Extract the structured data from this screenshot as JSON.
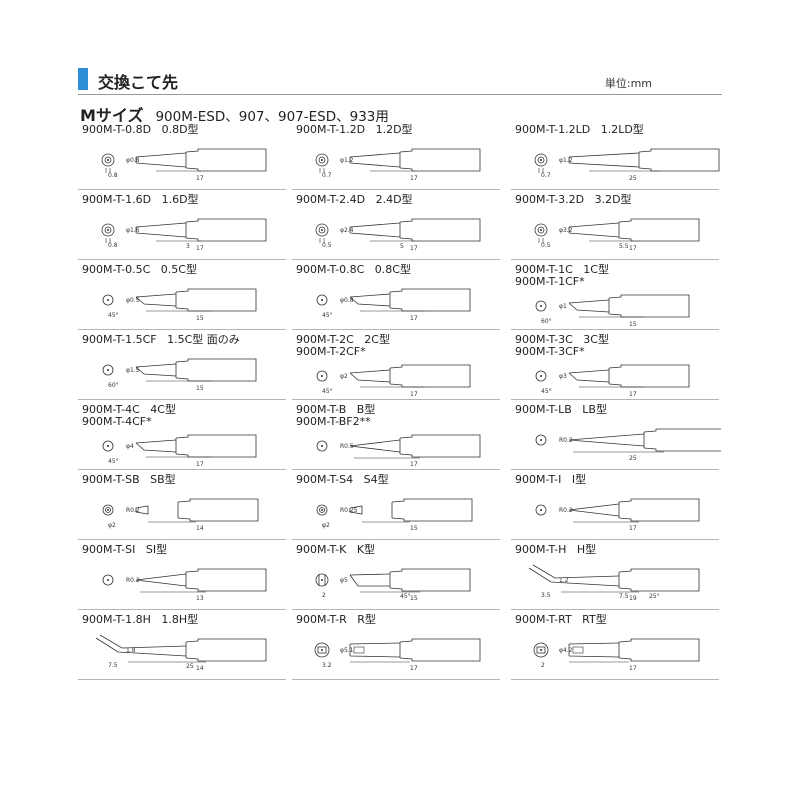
{
  "header": {
    "title": "交換こて先",
    "unit": "単位:mm"
  },
  "subtitle": {
    "series": "Mサイズ",
    "models": "900M-ESD、907、907-ESD、933用"
  },
  "colors": {
    "accent_bar": "#2f8fd6",
    "line": "#333333"
  },
  "tips": [
    {
      "lines": [
        "900M-T-0.8D   0.8D型"
      ],
      "shape": "d",
      "dims": [
        "φ0.8",
        "0.8",
        "17"
      ]
    },
    {
      "lines": [
        "900M-T-1.2D   1.2D型"
      ],
      "shape": "d",
      "dims": [
        "φ1.2",
        "0.7",
        "17"
      ]
    },
    {
      "lines": [
        "900M-T-1.2LD   1.2LD型"
      ],
      "shape": "ld",
      "dims": [
        "φ1.2",
        "0.7",
        "25"
      ]
    },
    {
      "lines": [
        "900M-T-1.6D   1.6D型"
      ],
      "shape": "d2",
      "dims": [
        "φ1.6",
        "0.8",
        "3",
        "17"
      ]
    },
    {
      "lines": [
        "900M-T-2.4D   2.4D型"
      ],
      "shape": "d2",
      "dims": [
        "φ2.4",
        "0.5",
        "5",
        "17"
      ]
    },
    {
      "lines": [
        "900M-T-3.2D   3.2D型"
      ],
      "shape": "d2",
      "dims": [
        "φ3.2",
        "0.5",
        "5.5",
        "17"
      ]
    },
    {
      "lines": [
        "900M-T-0.5C   0.5C型"
      ],
      "shape": "c",
      "dims": [
        "φ0.5",
        "45°",
        "15"
      ]
    },
    {
      "lines": [
        "900M-T-0.8C   0.8C型"
      ],
      "shape": "c",
      "dims": [
        "φ0.8",
        "45°",
        "17"
      ]
    },
    {
      "lines": [
        "900M-T-1C   1C型",
        "900M-T-1CF*"
      ],
      "shape": "c",
      "dims": [
        "φ1",
        "60°",
        "15"
      ]
    },
    {
      "lines": [
        "900M-T-1.5CF   1.5C型 面のみ"
      ],
      "shape": "c",
      "dims": [
        "φ1.5",
        "60°",
        "15"
      ]
    },
    {
      "lines": [
        "900M-T-2C   2C型",
        "900M-T-2CF*"
      ],
      "shape": "c",
      "dims": [
        "φ2",
        "45°",
        "17"
      ]
    },
    {
      "lines": [
        "900M-T-3C   3C型",
        "900M-T-3CF*"
      ],
      "shape": "c",
      "dims": [
        "φ3",
        "45°",
        "17"
      ]
    },
    {
      "lines": [
        "900M-T-4C   4C型",
        "900M-T-4CF*"
      ],
      "shape": "c",
      "dims": [
        "φ4",
        "45°",
        "17"
      ]
    },
    {
      "lines": [
        "900M-T-B   B型",
        "900M-T-BF2**"
      ],
      "shape": "b",
      "dims": [
        "R0.5",
        "17"
      ]
    },
    {
      "lines": [
        "900M-T-LB   LB型"
      ],
      "shape": "lb",
      "dims": [
        "R0.2",
        "25"
      ]
    },
    {
      "lines": [
        "900M-T-SB   SB型"
      ],
      "shape": "sb",
      "dims": [
        "R0.2",
        "φ2",
        "14"
      ]
    },
    {
      "lines": [
        "900M-T-S4   S4型"
      ],
      "shape": "sb",
      "dims": [
        "R0.25",
        "φ2",
        "15"
      ]
    },
    {
      "lines": [
        "900M-T-Ⅰ   Ⅰ型"
      ],
      "shape": "i",
      "dims": [
        "R0.2",
        "17"
      ]
    },
    {
      "lines": [
        "900M-T-SⅠ   SⅠ型"
      ],
      "shape": "si",
      "dims": [
        "R0.2",
        "13"
      ]
    },
    {
      "lines": [
        "900M-T-K   K型"
      ],
      "shape": "k",
      "dims": [
        "φ5",
        "2",
        "45°",
        "15"
      ]
    },
    {
      "lines": [
        "900M-T-H   H型"
      ],
      "shape": "h",
      "dims": [
        "1.2",
        "3.5",
        "7.5",
        "25°",
        "19"
      ]
    },
    {
      "lines": [
        "900M-T-1.8H   1.8H型"
      ],
      "shape": "h2",
      "dims": [
        "1.8",
        "7.5",
        "25",
        "14"
      ]
    },
    {
      "lines": [
        "900M-T-R   R型"
      ],
      "shape": "r",
      "dims": [
        "φ5.1",
        "3.2",
        "17"
      ]
    },
    {
      "lines": [
        "900M-T-RT   RT型"
      ],
      "shape": "r",
      "dims": [
        "φ4.2",
        "2",
        "17"
      ]
    }
  ]
}
